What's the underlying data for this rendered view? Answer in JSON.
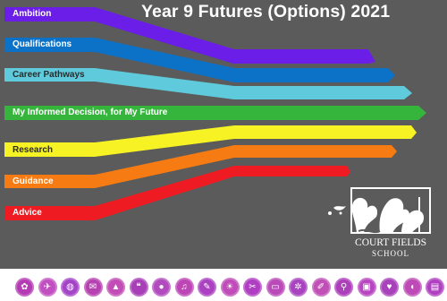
{
  "slide": {
    "title": "Year 9 Futures (Options) 2021",
    "bands": [
      {
        "label": "Ambition",
        "color": "#6a1ee8"
      },
      {
        "label": "Qualifications",
        "color": "#0c72c8"
      },
      {
        "label": "Career Pathways",
        "color": "#5fcadb"
      },
      {
        "label": "My Informed Decision, for My Future",
        "color": "#36b53c"
      },
      {
        "label": "Research",
        "color": "#f6f223"
      },
      {
        "label": "Guidance",
        "color": "#f67b12"
      },
      {
        "label": "Advice",
        "color": "#ee1b22"
      }
    ],
    "logo": {
      "line1": "COURT FIELDS",
      "line2": "SCHOOL"
    },
    "icons": [
      {
        "name": "paw-icon",
        "color": "#b43bb4",
        "glyph": "✿"
      },
      {
        "name": "plane-icon",
        "color": "#c24fc2",
        "glyph": "✈"
      },
      {
        "name": "globe-icon",
        "color": "#a445c8",
        "glyph": "◍"
      },
      {
        "name": "chat-icon",
        "color": "#b641b0",
        "glyph": "✉"
      },
      {
        "name": "rocket-icon",
        "color": "#c24db6",
        "glyph": "▲"
      },
      {
        "name": "speech-icon",
        "color": "#a83fb8",
        "glyph": "❝"
      },
      {
        "name": "ball-icon",
        "color": "#b24cbe",
        "glyph": "●"
      },
      {
        "name": "music-icon",
        "color": "#bd46b6",
        "glyph": "♫"
      },
      {
        "name": "tools-icon",
        "color": "#ab40c0",
        "glyph": "✎"
      },
      {
        "name": "sun-icon",
        "color": "#bf4cb8",
        "glyph": "☀"
      },
      {
        "name": "scissors-icon",
        "color": "#b03ec2",
        "glyph": "✂"
      },
      {
        "name": "monitor-icon",
        "color": "#b94ab8",
        "glyph": "▭"
      },
      {
        "name": "gear-icon",
        "color": "#a944c0",
        "glyph": "✲"
      },
      {
        "name": "pencil-icon",
        "color": "#c04fb6",
        "glyph": "✐"
      },
      {
        "name": "magnifier-icon",
        "color": "#ad3fba",
        "glyph": "⚲"
      },
      {
        "name": "briefcase-icon",
        "color": "#b746c0",
        "glyph": "▣"
      },
      {
        "name": "heart-icon",
        "color": "#a842ba",
        "glyph": "♥"
      },
      {
        "name": "tap-icon",
        "color": "#bd4ab6",
        "glyph": "◖"
      },
      {
        "name": "box-icon",
        "color": "#b040c0",
        "glyph": "▤"
      }
    ]
  }
}
